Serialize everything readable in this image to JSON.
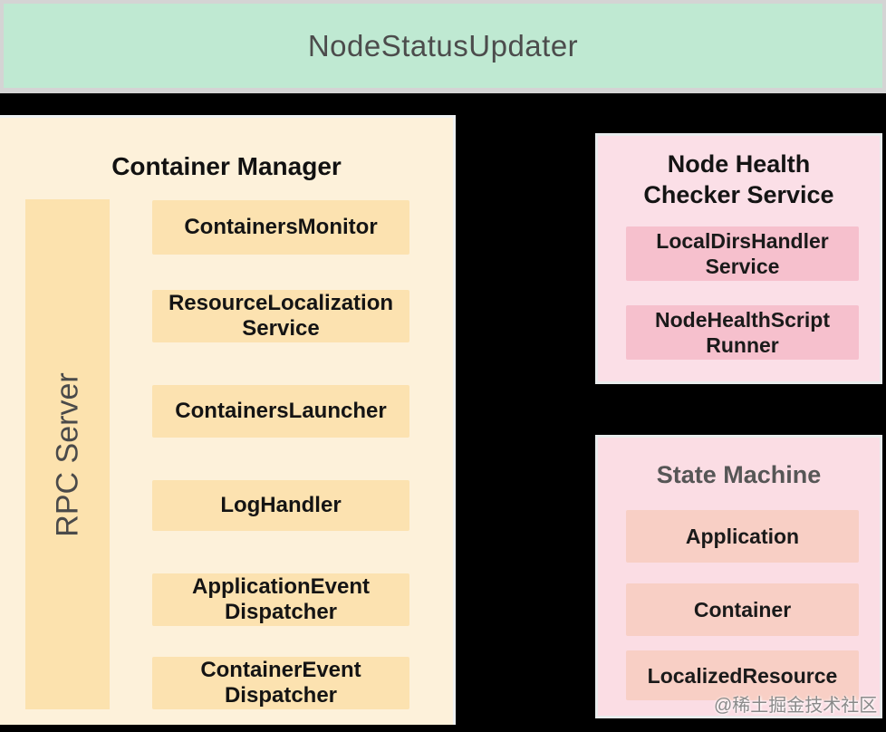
{
  "banner": {
    "title": "NodeStatusUpdater"
  },
  "container_manager": {
    "title": "Container Manager",
    "rpc_server_label": "RPC Server",
    "components": [
      {
        "label": "ContainersMonitor"
      },
      {
        "label": "ResourceLocalization\nService"
      },
      {
        "label": "ContainersLauncher"
      },
      {
        "label": "LogHandler"
      },
      {
        "label": "ApplicationEvent\nDispatcher"
      },
      {
        "label": "ContainerEvent\nDispatcher"
      }
    ]
  },
  "node_health_checker": {
    "title": "Node Health\nChecker Service",
    "components": [
      {
        "label": "LocalDirsHandler\nService"
      },
      {
        "label": "NodeHealthScript\nRunner"
      }
    ]
  },
  "state_machine": {
    "title": "State Machine",
    "components": [
      {
        "label": "Application"
      },
      {
        "label": "Container"
      },
      {
        "label": "LocalizedResource"
      }
    ]
  },
  "watermark": "@稀土掘金技术社区",
  "colors": {
    "background": "#000000",
    "banner_fill": "#bfe9d2",
    "banner_border": "#d4d4d4",
    "container_manager_fill": "#fdf1da",
    "orange_component_fill": "#fce2b0",
    "rpc_bar_fill": "#fce2ae",
    "node_health_panel_fill": "#fbdfe7",
    "node_health_component_fill": "#f6c0cd",
    "state_machine_panel_fill": "#fbdde4",
    "state_machine_component_fill": "#f8cfc5",
    "heading_gray_text": "#4a4a4a",
    "label_black_text": "#141414"
  }
}
